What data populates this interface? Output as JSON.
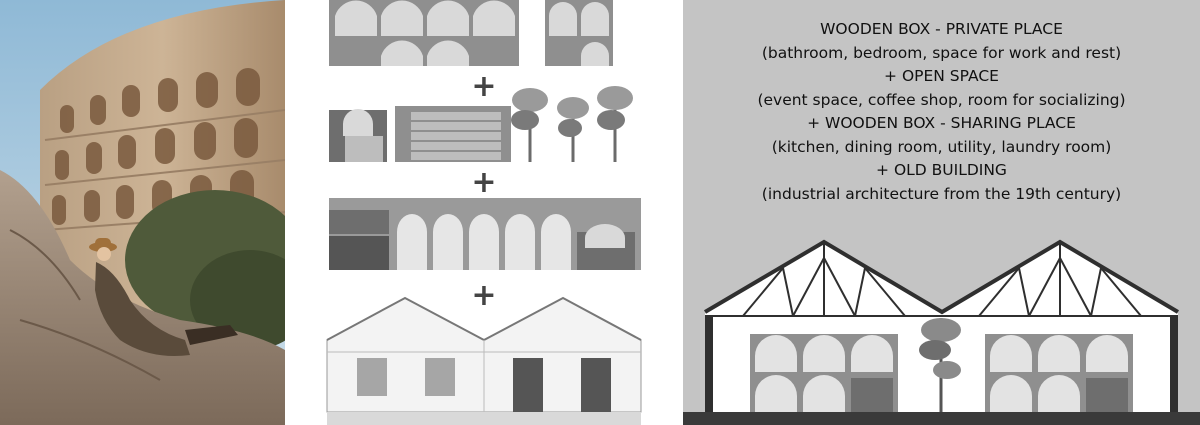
{
  "concept_lines": [
    "WOODEN BOX - PRIVATE PLACE",
    "(bathroom, bedroom, space for work and rest)",
    "+ OPEN SPACE",
    "(event space, coffee shop, room for socializing)",
    "+ WOODEN BOX - SHARING PLACE",
    "(kitchen, dining room, utility, laundry room)",
    "+ OLD BUILDING",
    "(industrial architecture from the 19th century)"
  ],
  "plus_symbol": "+",
  "colors": {
    "right_panel_bg": "#c4c4c4",
    "dark_gray": "#5a5a5a",
    "mid_gray": "#8f8f8f",
    "light_gray": "#d9d9d9",
    "ground": "#3a3a3a"
  },
  "icons": [
    "colosseum-photo",
    "wooden-box-private-icon",
    "open-space-icon",
    "wooden-box-sharing-icon",
    "old-building-icon"
  ]
}
